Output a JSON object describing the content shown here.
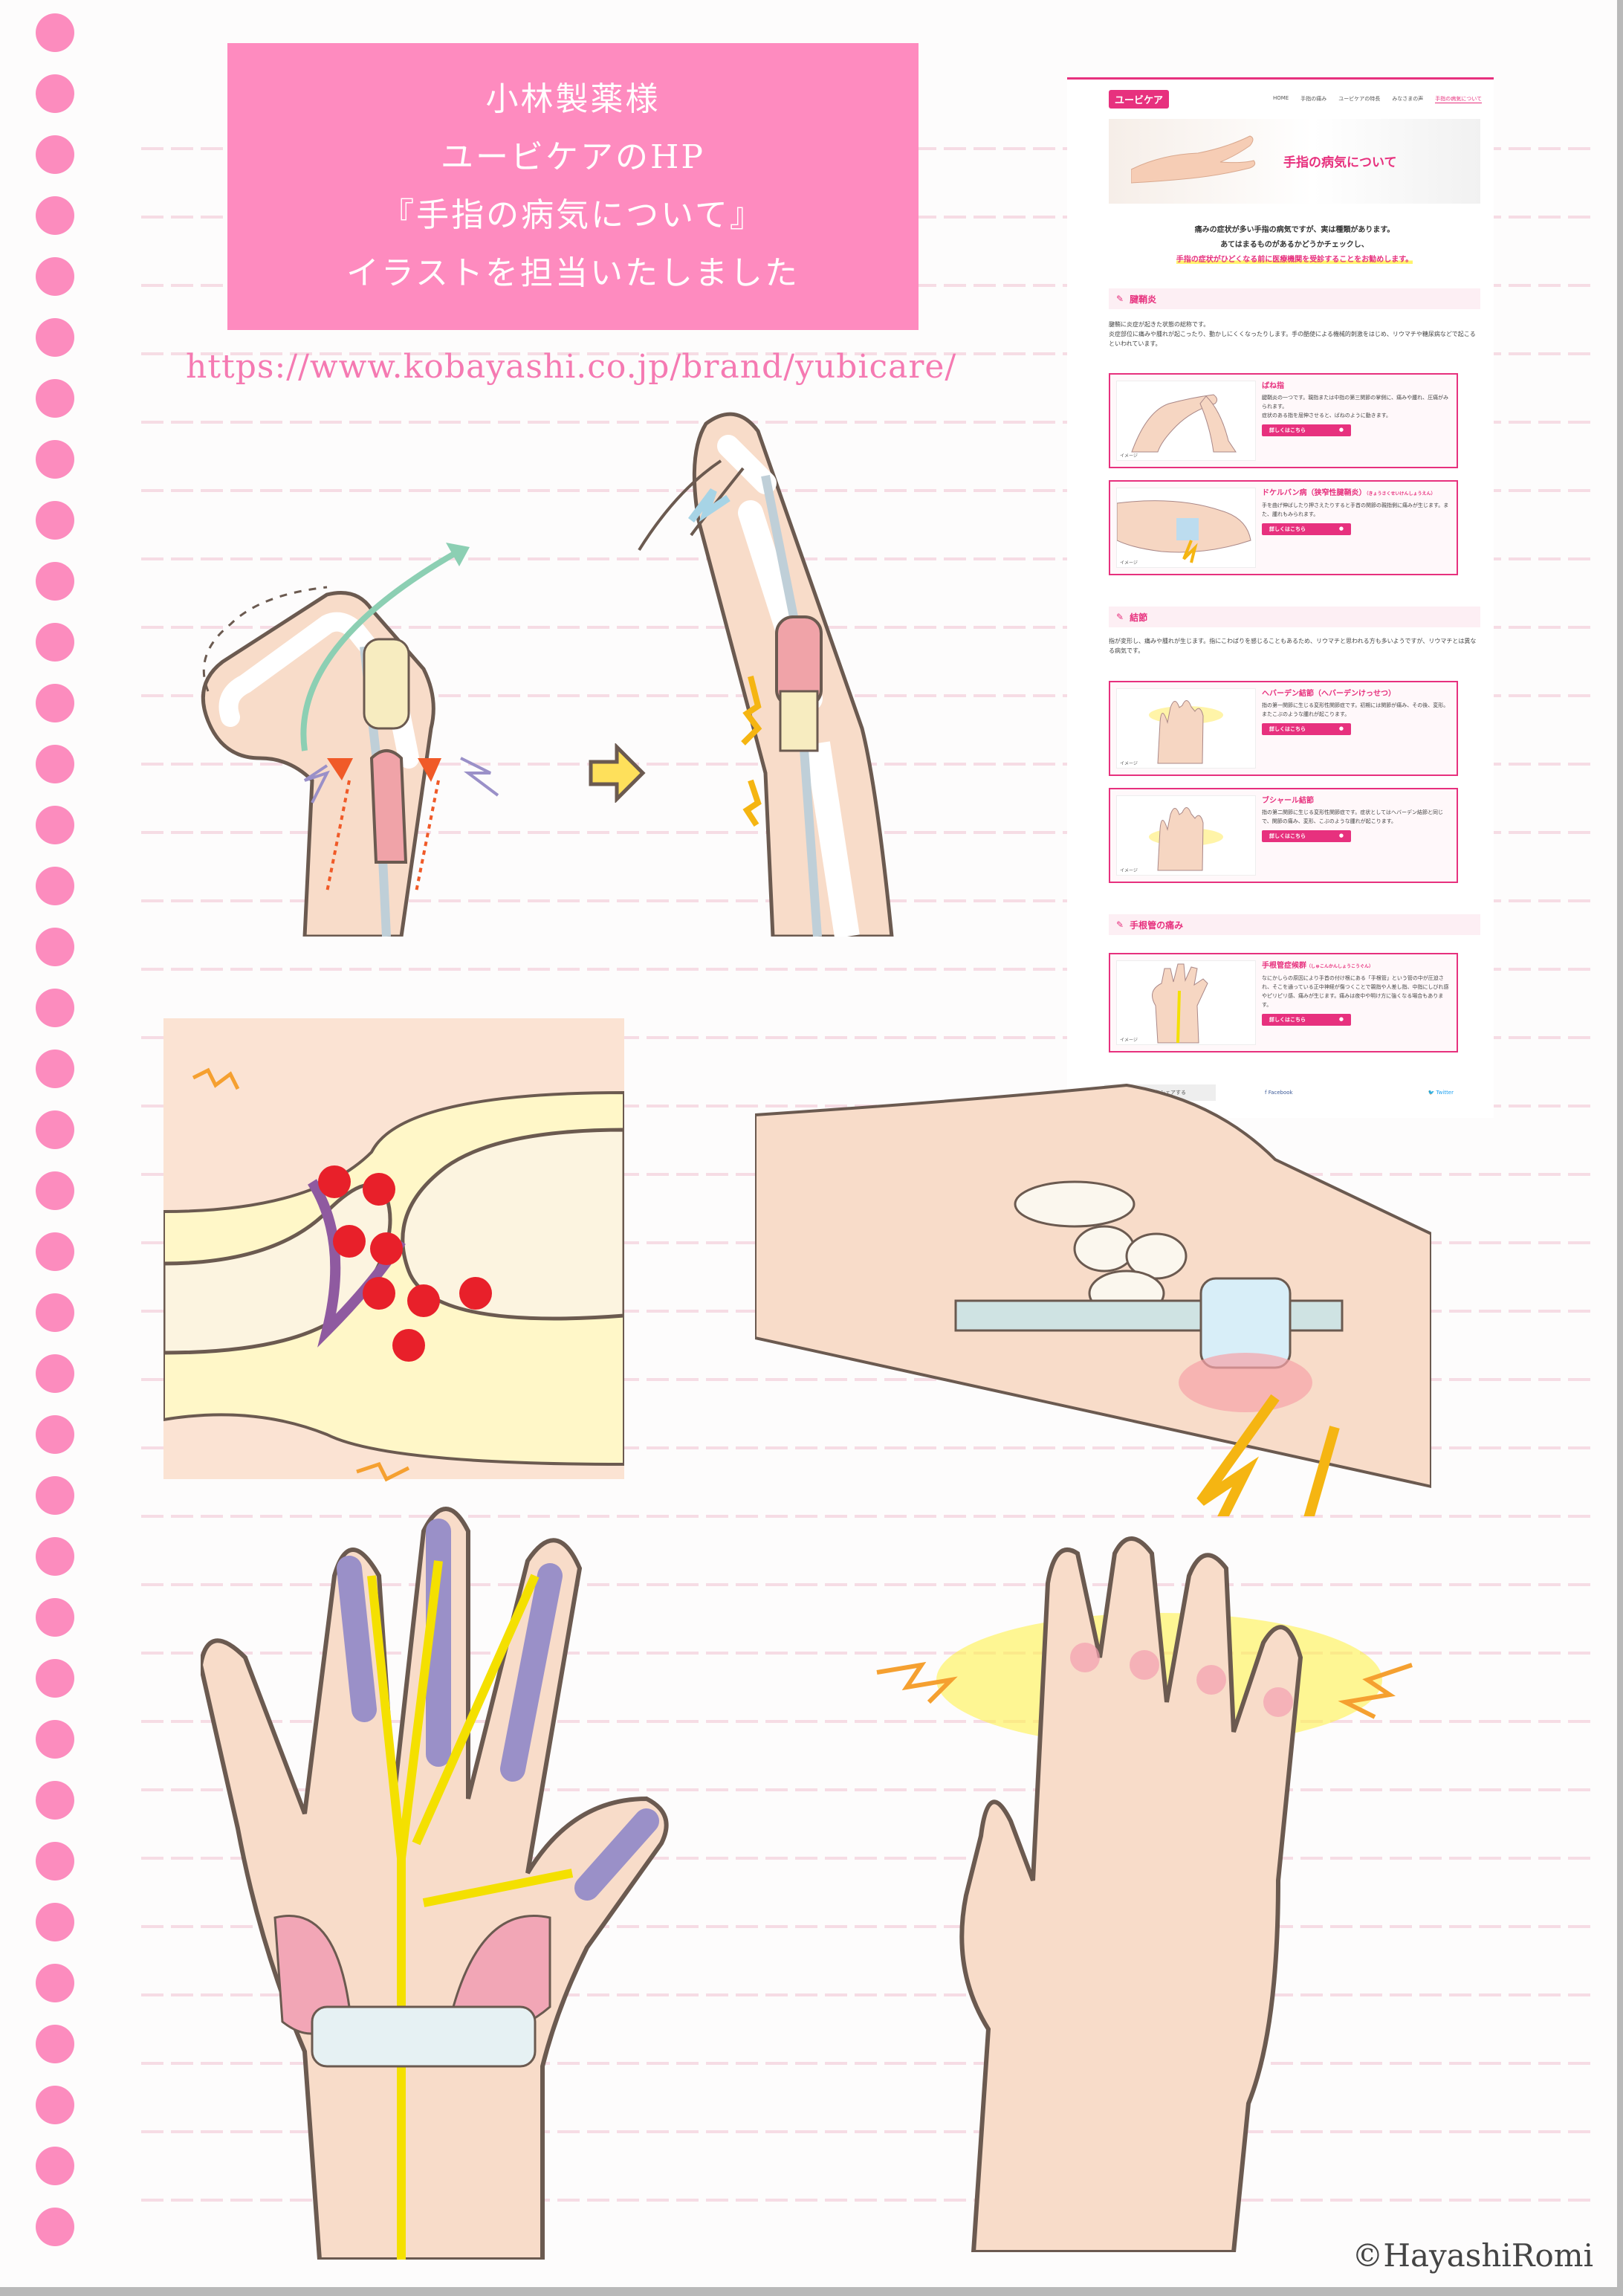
{
  "title_box": {
    "lines": [
      "小林製薬様",
      "ユービケアのHP",
      "『手指の病気について』",
      "イラストを担当いたしました"
    ]
  },
  "url": "https://www.kobayashi.co.jp/brand/yubicare/",
  "credit": "©HayashiRomi",
  "site": {
    "logo": "ユービケア",
    "nav": [
      "HOME",
      "手指の痛み",
      "ユービケアの特長",
      "みなさまの声",
      "手指の病気について"
    ],
    "hero_title": "手指の病気について",
    "lead": [
      "痛みの症状が多い手指の病気ですが、実は種類があります。",
      "あてはまるものがあるかどうかチェックし、"
    ],
    "lead_warn": "手指の症状がひどくなる前に医療機関を受診することをお勧めします。",
    "sections": [
      {
        "heading": "腱鞘炎",
        "desc": "腱鞘に炎症が起きた状態の総称です。\n炎症部位に痛みや腫れが起こったり、動かしにくくなったりします。手の酷使による機械的刺激をはじめ、リウマチや糖尿病などで起こるといわれています。",
        "cards": [
          {
            "title": "ばね指",
            "text": "腱鞘炎の一つです。親指または中指の第三関節の掌側に、痛みや腫れ、圧痛がみられます。\n症状のある指を屈伸させると、ばねのように動きます。",
            "button": "詳しくはこちら",
            "image_label": "イメージ"
          },
          {
            "title": "ドケルバン病（狭窄性腱鞘炎）",
            "title_note": "（きょうさくせいけんしょうえん）",
            "text": "手を曲げ伸ばしたり押さえたりすると手首の関節の親指側に痛みが生じます。また、腫れもみられます。",
            "button": "詳しくはこちら",
            "image_label": "イメージ"
          }
        ]
      },
      {
        "heading": "結節",
        "desc": "指が変形し、痛みや腫れが生じます。指にこわばりを感じることもあるため、リウマチと思われる方も多いようですが、リウマチとは異なる病気です。",
        "cards": [
          {
            "title": "ヘバーデン結節（へバーデンけっせつ）",
            "text": "指の第一関節に生じる変形性関節症です。初期には関節が痛み、その後、変形。またこぶのような腫れが起こります。",
            "button": "詳しくはこちら",
            "image_label": "イメージ"
          },
          {
            "title": "ブシャール結節",
            "text": "指の第二関節に生じる変形性関節症です。症状としてはヘバーデン結節と同じで、関節の痛み、変形、こぶのような腫れが起こります。",
            "button": "詳しくはこちら",
            "image_label": "イメージ"
          }
        ]
      },
      {
        "heading": "手根管の痛み",
        "desc": "",
        "cards": [
          {
            "title": "手根管症候群",
            "title_note": "（しゅこんかんしょうこうぐん）",
            "text": "なにかしらの原因により手首の付け根にある「手根管」という管の中が圧迫され、そこを通っている正中神経が傷つくことで親指や人差し指、中指にしびれ感やピリピリ感、痛みが生じます。痛みは夜中や明け方に強くなる場合もあります。",
            "button": "詳しくはこちら",
            "image_label": "イメージ"
          }
        ]
      }
    ],
    "share_label": "この情報をシェアする",
    "share_fb": "Facebook",
    "share_tw": "Twitter"
  },
  "colors": {
    "pink": "#fe8bbf",
    "accent": "#e7317e",
    "skin": "#f8dcc9",
    "tendon": "#f0a3a8",
    "outline": "#6b5a50"
  }
}
